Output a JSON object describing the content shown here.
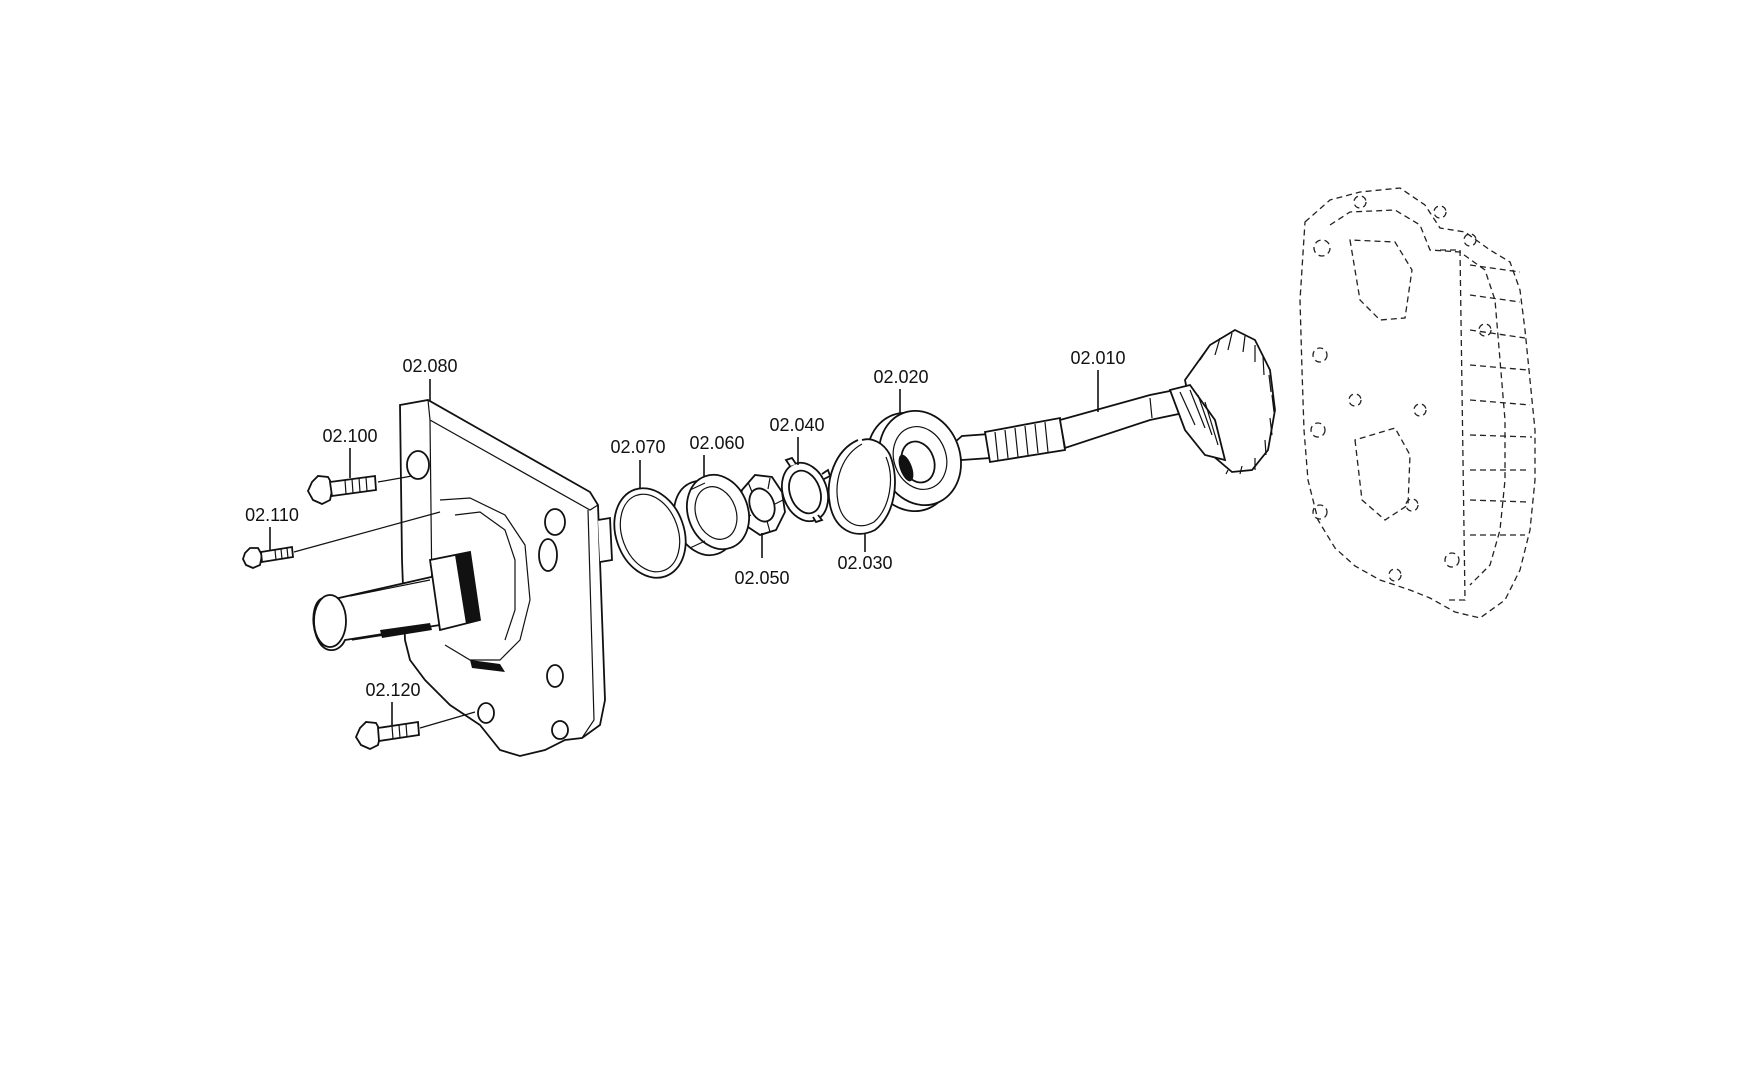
{
  "diagram": {
    "labels": {
      "p010": "02.010",
      "p020": "02.020",
      "p030": "02.030",
      "p040": "02.040",
      "p050": "02.050",
      "p060": "02.060",
      "p070": "02.070",
      "p080": "02.080",
      "p100": "02.100",
      "p110": "02.110",
      "p120": "02.120"
    }
  }
}
